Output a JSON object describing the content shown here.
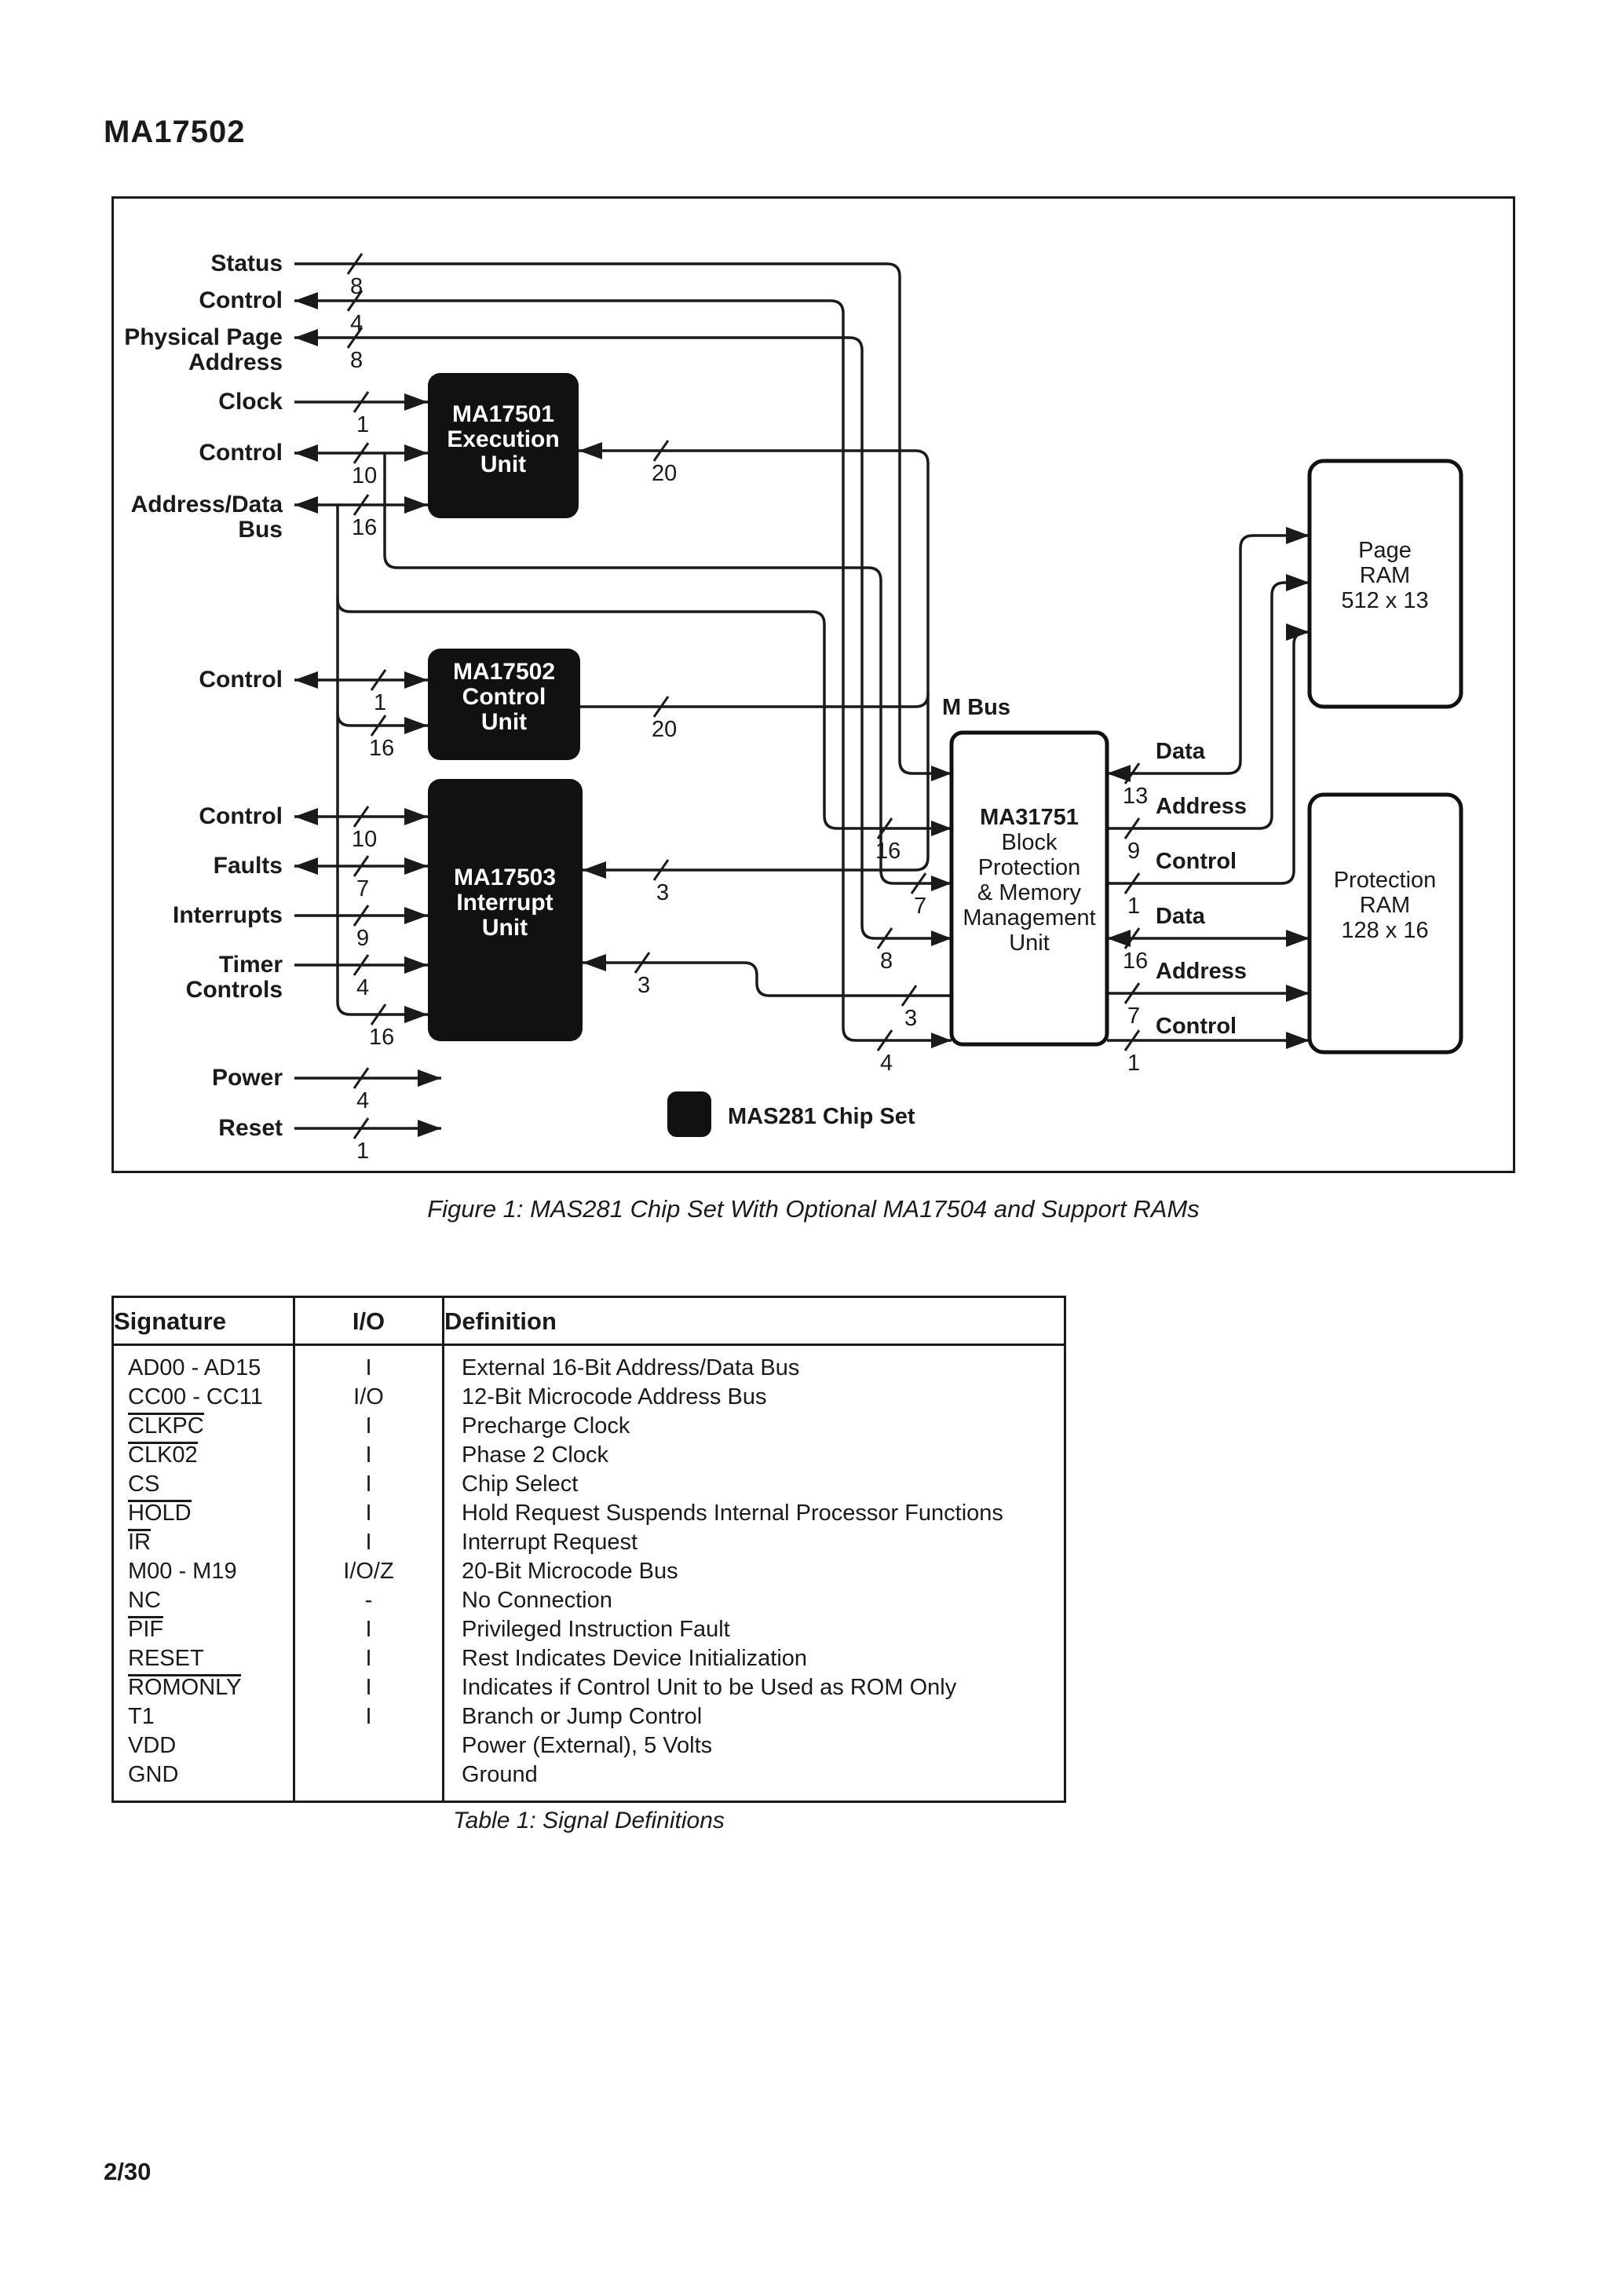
{
  "page": {
    "title": "MA17502",
    "footer": "2/30"
  },
  "figure": {
    "caption": "Figure 1: MAS281 Chip Set With Optional MA17504 and Support RAMs",
    "legend_label": "MAS281 Chip Set",
    "mbus_label": "M Bus",
    "signals": {
      "status": {
        "label": "Status",
        "width": "8"
      },
      "control4": {
        "label": "Control",
        "width": "4"
      },
      "physical_page": {
        "label1": "Physical Page",
        "label2": "Address",
        "width": "8"
      },
      "clock": {
        "label": "Clock",
        "width": "1"
      },
      "control10_eu": {
        "label": "Control",
        "width": "10"
      },
      "addr_data": {
        "label1": "Address/Data",
        "label2": "Bus",
        "width": "16"
      },
      "control1_cu": {
        "label": "Control",
        "width": "1"
      },
      "bus16_cu": {
        "width": "16"
      },
      "control10_iu": {
        "label": "Control",
        "width": "10"
      },
      "faults": {
        "label": "Faults",
        "width": "7"
      },
      "interrupts": {
        "label": "Interrupts",
        "width": "9"
      },
      "timer": {
        "label1": "Timer",
        "label2": "Controls",
        "width": "4"
      },
      "bus16_iu": {
        "width": "16"
      },
      "power": {
        "label": "Power",
        "width": "4"
      },
      "reset": {
        "label": "Reset",
        "width": "1"
      }
    },
    "mbus_widths": {
      "eu": "20",
      "cu": "20",
      "iu3": "3",
      "link3_a": "3",
      "link3_b": "3"
    },
    "mmu_left": {
      "w16": "16",
      "w7": "7",
      "w8": "8",
      "w4": "4"
    },
    "mmu_right": [
      {
        "label": "Data",
        "width": "13"
      },
      {
        "label": "Address",
        "width": "9"
      },
      {
        "label": "Control",
        "width": "1"
      },
      {
        "label": "Data",
        "width": "16"
      },
      {
        "label": "Address",
        "width": "7"
      },
      {
        "label": "Control",
        "width": "1"
      }
    ],
    "blocks": {
      "eu": [
        "MA17501",
        "Execution",
        "Unit"
      ],
      "cu": [
        "MA17502",
        "Control",
        "Unit"
      ],
      "iu": [
        "MA17503",
        "Interrupt",
        "Unit"
      ],
      "mmu": [
        "MA31751",
        "Block",
        "Protection",
        "& Memory",
        "Management",
        "Unit"
      ],
      "page_ram": [
        "Page",
        "RAM",
        "512 x 13"
      ],
      "prot_ram": [
        "Protection",
        "RAM",
        "128 x 16"
      ]
    }
  },
  "table": {
    "caption": "Table 1: Signal Definitions",
    "headers": {
      "signature": "Signature",
      "io": "I/O",
      "definition": "Definition"
    },
    "rows": [
      {
        "sig": "AD00 - AD15",
        "ov": false,
        "io": "I",
        "def": "External 16-Bit Address/Data Bus"
      },
      {
        "sig": "CC00 - CC11",
        "ov": false,
        "io": "I/O",
        "def": "12-Bit Microcode Address Bus"
      },
      {
        "sig": "CLKPC",
        "ov": true,
        "io": "I",
        "def": "Precharge Clock"
      },
      {
        "sig": "CLK02",
        "ov": true,
        "io": "I",
        "def": "Phase 2 Clock"
      },
      {
        "sig": "CS",
        "ov": false,
        "io": "I",
        "def": "Chip Select"
      },
      {
        "sig": "HOLD",
        "ov": true,
        "io": "I",
        "def": "Hold Request Suspends Internal Processor Functions"
      },
      {
        "sig": "IR",
        "ov": true,
        "io": "I",
        "def": "Interrupt Request"
      },
      {
        "sig": "M00 - M19",
        "ov": false,
        "io": "I/O/Z",
        "def": "20-Bit Microcode Bus"
      },
      {
        "sig": "NC",
        "ov": false,
        "io": "-",
        "def": "No Connection"
      },
      {
        "sig": "PIF",
        "ov": true,
        "io": "I",
        "def": "Privileged Instruction Fault"
      },
      {
        "sig": "RESET",
        "ov": false,
        "io": "I",
        "def": "Rest Indicates Device Initialization"
      },
      {
        "sig": "ROMONLY",
        "ov": true,
        "io": "I",
        "def": "Indicates if Control Unit to be Used as ROM Only"
      },
      {
        "sig": "T1",
        "ov": false,
        "io": "I",
        "def": "Branch or Jump Control"
      },
      {
        "sig": "VDD",
        "ov": false,
        "io": "",
        "def": "Power (External), 5 Volts"
      },
      {
        "sig": "GND",
        "ov": false,
        "io": "",
        "def": "Ground"
      }
    ]
  }
}
